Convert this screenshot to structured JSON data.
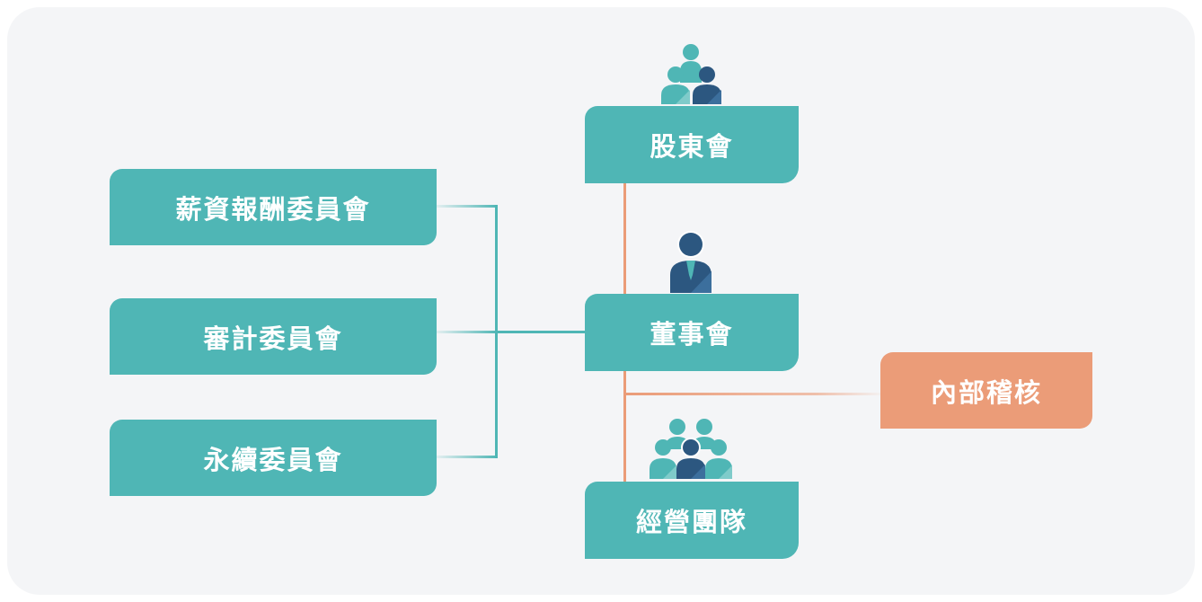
{
  "diagram": {
    "committees": [
      {
        "label": "薪資報酬委員會"
      },
      {
        "label": "審計委員會"
      },
      {
        "label": "永續委員會"
      }
    ],
    "shareholders": {
      "label": "股東會"
    },
    "board": {
      "label": "董事會"
    },
    "audit": {
      "label": "內部稽核"
    },
    "management": {
      "label": "經營團隊"
    },
    "icons": {
      "shareholders": "people-group-icon",
      "board": "businessman-icon",
      "management": "team-icon"
    },
    "colors": {
      "teal": "#4fb6b5",
      "orange": "#eb9c78",
      "navy": "#2c5780",
      "background": "#f4f5f7"
    }
  }
}
